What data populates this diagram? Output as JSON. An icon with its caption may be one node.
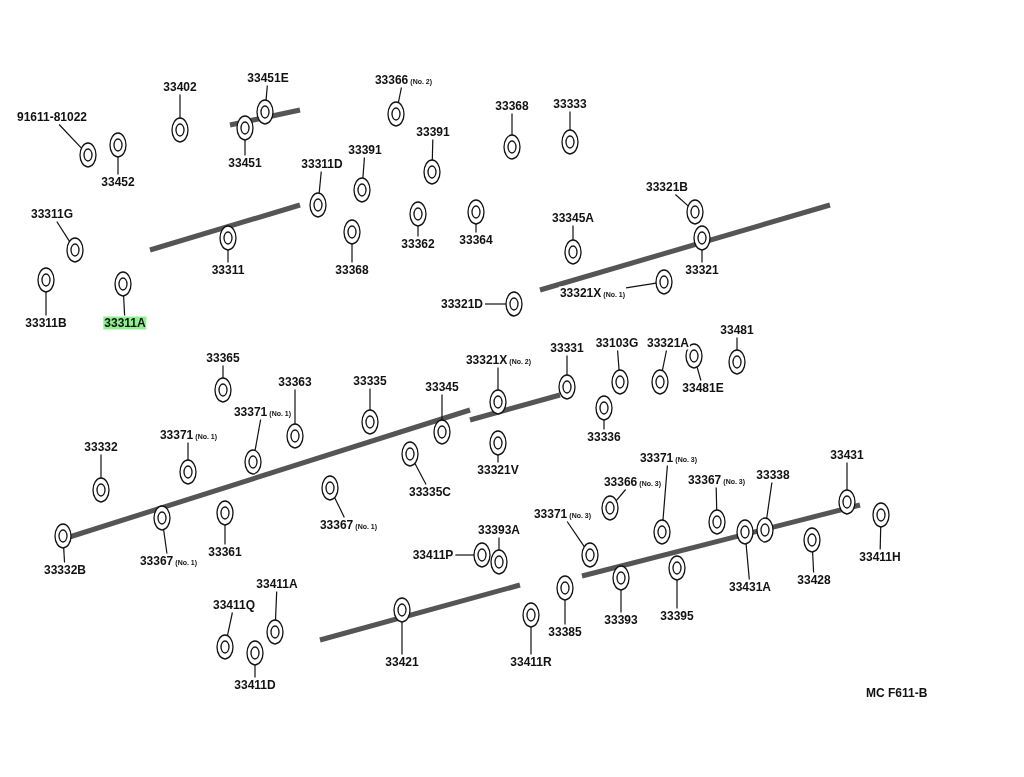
{
  "diagram": {
    "nodes": [
      {
        "text": [
          "33402"
        ]
      },
      {
        "text": [
          "33451E"
        ]
      },
      {
        "text": [
          "91611-81022"
        ]
      },
      {
        "text": [
          "33452"
        ]
      },
      {
        "text": [
          "33451"
        ]
      },
      {
        "text": [
          "33311G"
        ]
      },
      {
        "text": [
          "33311D"
        ]
      },
      {
        "text": [
          "33366",
          "(No. 2)"
        ]
      },
      {
        "text": [
          "33391"
        ]
      },
      {
        "text": [
          "33391"
        ]
      },
      {
        "text": [
          "33368"
        ]
      },
      {
        "text": [
          "33333"
        ]
      },
      {
        "text": [
          "33311"
        ]
      },
      {
        "text": [
          "33368"
        ]
      },
      {
        "text": [
          "33362"
        ]
      },
      {
        "text": [
          "33364"
        ]
      },
      {
        "text": [
          "33321B"
        ]
      },
      {
        "text": [
          "33345A"
        ]
      },
      {
        "text": [
          "33311B"
        ]
      },
      {
        "text": [
          "33311A"
        ]
      },
      {
        "text": [
          "33321"
        ]
      },
      {
        "text": [
          "33321D"
        ]
      },
      {
        "text": [
          "33321X",
          "(No. 1)"
        ]
      },
      {
        "text": [
          "33481"
        ]
      },
      {
        "text": [
          "33365"
        ]
      },
      {
        "text": [
          "33363"
        ]
      },
      {
        "text": [
          "33335"
        ]
      },
      {
        "text": [
          "33321X",
          "(No. 2)"
        ]
      },
      {
        "text": [
          "33331"
        ]
      },
      {
        "text": [
          "33103G"
        ]
      },
      {
        "text": [
          "33321A"
        ]
      },
      {
        "text": [
          "33345"
        ]
      },
      {
        "text": [
          "33371",
          "(No. 1)"
        ]
      },
      {
        "text": [
          "33371",
          "(No. 1)"
        ]
      },
      {
        "text": [
          "33332"
        ]
      },
      {
        "text": [
          "33481E"
        ]
      },
      {
        "text": [
          "33336"
        ]
      },
      {
        "text": [
          "33321V"
        ]
      },
      {
        "text": [
          "33335C"
        ]
      },
      {
        "text": [
          "33371",
          "(No. 3)"
        ]
      },
      {
        "text": [
          "33366",
          "(No. 3)"
        ]
      },
      {
        "text": [
          "33367",
          "(No. 3)"
        ]
      },
      {
        "text": [
          "33338"
        ]
      },
      {
        "text": [
          "33431"
        ]
      },
      {
        "text": [
          "33367",
          "(No. 1)"
        ]
      },
      {
        "text": [
          "33393A"
        ]
      },
      {
        "text": [
          "33371",
          "(No. 3)"
        ]
      },
      {
        "text": [
          "33411P"
        ]
      },
      {
        "text": [
          "33332B"
        ]
      },
      {
        "text": [
          "33367",
          "(No. 1)"
        ]
      },
      {
        "text": [
          "33361"
        ]
      },
      {
        "text": [
          "33431A"
        ]
      },
      {
        "text": [
          "33428"
        ]
      },
      {
        "text": [
          "33411H"
        ]
      },
      {
        "text": [
          "33411A"
        ]
      },
      {
        "text": [
          "33411Q"
        ]
      },
      {
        "text": [
          "33385"
        ]
      },
      {
        "text": [
          "33393"
        ]
      },
      {
        "text": [
          "33395"
        ]
      },
      {
        "text": [
          "33421"
        ]
      },
      {
        "text": [
          "33411R"
        ]
      },
      {
        "text": [
          "33411D"
        ]
      },
      {
        "text": [],
        "shape": "picture"
      },
      {
        "text": [],
        "shape": "picture"
      },
      {
        "text": [],
        "shape": "picture"
      },
      {
        "text": [],
        "shape": "picture"
      },
      {
        "text": [],
        "shape": "picture"
      },
      {
        "text": [],
        "shape": "picture"
      },
      {
        "text": [],
        "shape": "picture"
      },
      {
        "text": [],
        "shape": "picture"
      },
      {
        "text": [],
        "shape": "picture"
      },
      {
        "text": [],
        "shape": "picture"
      },
      {
        "text": [],
        "shape": "picture"
      },
      {
        "text": [],
        "shape": "picture"
      },
      {
        "text": [],
        "shape": "picture"
      },
      {
        "text": [],
        "shape": "picture"
      },
      {
        "text": [],
        "shape": "picture"
      },
      {
        "text": [],
        "shape": "picture"
      },
      {
        "text": [],
        "shape": "picture"
      },
      {
        "text": [],
        "shape": "picture"
      },
      {
        "text": [],
        "shape": "picture"
      },
      {
        "text": [],
        "shape": "picture"
      },
      {
        "text": [],
        "shape": "picture"
      },
      {
        "text": [],
        "shape": "picture"
      },
      {
        "text": [],
        "shape": "picture"
      },
      {
        "text": [],
        "shape": "picture"
      },
      {
        "text": [],
        "shape": "picture"
      },
      {
        "text": [],
        "shape": "picture"
      },
      {
        "text": [],
        "shape": "picture"
      },
      {
        "text": [],
        "shape": "picture"
      },
      {
        "text": [],
        "shape": "picture"
      },
      {
        "text": [],
        "shape": "picture"
      },
      {
        "text": [],
        "shape": "picture"
      },
      {
        "text": [],
        "shape": "picture"
      },
      {
        "text": [],
        "shape": "picture"
      },
      {
        "text": [],
        "shape": "picture"
      },
      {
        "text": [],
        "shape": "picture"
      },
      {
        "text": [],
        "shape": "picture"
      },
      {
        "text": [],
        "shape": "picture"
      },
      {
        "text": [],
        "shape": "picture"
      },
      {
        "text": [],
        "shape": "picture"
      },
      {
        "text": [],
        "shape": "picture"
      },
      {
        "text": [],
        "shape": "picture"
      },
      {
        "text": [],
        "shape": "picture"
      },
      {
        "text": [],
        "shape": "picture"
      },
      {
        "text": [],
        "shape": "picture"
      },
      {
        "text": [],
        "shape": "picture"
      },
      {
        "text": [],
        "shape": "picture"
      },
      {
        "text": [],
        "shape": "picture"
      },
      {
        "text": [],
        "shape": "picture"
      },
      {
        "text": [],
        "shape": "picture"
      },
      {
        "text": [],
        "shape": "picture"
      },
      {
        "text": [],
        "shape": "picture"
      },
      {
        "text": [],
        "shape": "picture"
      },
      {
        "text": [],
        "shape": "picture"
      },
      {
        "text": [],
        "shape": "picture"
      },
      {
        "text": [],
        "shape": "picture"
      },
      {
        "text": [],
        "shape": "picture"
      },
      {
        "text": [],
        "shape": "picture"
      },
      {
        "text": [],
        "shape": "picture"
      },
      {
        "text": [],
        "shape": "picture"
      },
      {
        "text": [],
        "shape": "picture"
      },
      {
        "text": [],
        "shape": "picture"
      },
      {
        "text": [],
        "shape": "picture"
      }
    ],
    "edges": [
      {
        "from": 0,
        "to": 62,
        "arrow": "none"
      },
      {
        "from": 1,
        "to": 63,
        "arrow": "none"
      },
      {
        "from": 2,
        "to": 64,
        "arrow": "none"
      },
      {
        "from": 3,
        "to": 65,
        "arrow": "none"
      },
      {
        "from": 4,
        "to": 66,
        "arrow": "none"
      },
      {
        "from": 5,
        "to": 67,
        "arrow": "none"
      },
      {
        "from": 6,
        "to": 68,
        "arrow": "none"
      },
      {
        "from": 7,
        "to": 69,
        "arrow": "none"
      },
      {
        "from": 8,
        "to": 70,
        "arrow": "none"
      },
      {
        "from": 9,
        "to": 71,
        "arrow": "none"
      },
      {
        "from": 10,
        "to": 72,
        "arrow": "none"
      },
      {
        "from": 11,
        "to": 73,
        "arrow": "none"
      },
      {
        "from": 12,
        "to": 74,
        "arrow": "none"
      },
      {
        "from": 13,
        "to": 75,
        "arrow": "none"
      },
      {
        "from": 14,
        "to": 76,
        "arrow": "none"
      },
      {
        "from": 15,
        "to": 77,
        "arrow": "none"
      },
      {
        "from": 16,
        "to": 78,
        "arrow": "none"
      },
      {
        "from": 17,
        "to": 79,
        "arrow": "none"
      },
      {
        "from": 18,
        "to": 80,
        "arrow": "none"
      },
      {
        "from": 19,
        "to": 81,
        "arrow": "none"
      },
      {
        "from": 20,
        "to": 82,
        "arrow": "none"
      },
      {
        "from": 21,
        "to": 83,
        "arrow": "none"
      },
      {
        "from": 22,
        "to": 84,
        "arrow": "none"
      },
      {
        "from": 23,
        "to": 85,
        "arrow": "none"
      },
      {
        "from": 24,
        "to": 86,
        "arrow": "none"
      },
      {
        "from": 25,
        "to": 87,
        "arrow": "none"
      },
      {
        "from": 26,
        "to": 88,
        "arrow": "none"
      },
      {
        "from": 27,
        "to": 89,
        "arrow": "none"
      },
      {
        "from": 28,
        "to": 90,
        "arrow": "none"
      },
      {
        "from": 29,
        "to": 91,
        "arrow": "none"
      },
      {
        "from": 30,
        "to": 92,
        "arrow": "none"
      },
      {
        "from": 31,
        "to": 93,
        "arrow": "none"
      },
      {
        "from": 32,
        "to": 94,
        "arrow": "none"
      },
      {
        "from": 33,
        "to": 95,
        "arrow": "none"
      },
      {
        "from": 34,
        "to": 96,
        "arrow": "none"
      },
      {
        "from": 35,
        "to": 97,
        "arrow": "none"
      },
      {
        "from": 36,
        "to": 98,
        "arrow": "none"
      },
      {
        "from": 37,
        "to": 99,
        "arrow": "none"
      },
      {
        "from": 38,
        "to": 100,
        "arrow": "none"
      },
      {
        "from": 39,
        "to": 101,
        "arrow": "none"
      },
      {
        "from": 40,
        "to": 102,
        "arrow": "none"
      },
      {
        "from": 41,
        "to": 103,
        "arrow": "none"
      },
      {
        "from": 42,
        "to": 104,
        "arrow": "none"
      },
      {
        "from": 43,
        "to": 105,
        "arrow": "none"
      },
      {
        "from": 44,
        "to": 106,
        "arrow": "none"
      },
      {
        "from": 45,
        "to": 107,
        "arrow": "none"
      },
      {
        "from": 46,
        "to": 108,
        "arrow": "none"
      },
      {
        "from": 47,
        "to": 109,
        "arrow": "none"
      },
      {
        "from": 48,
        "to": 110,
        "arrow": "none"
      },
      {
        "from": 49,
        "to": 111,
        "arrow": "none"
      },
      {
        "from": 50,
        "to": 112,
        "arrow": "none"
      },
      {
        "from": 51,
        "to": 113,
        "arrow": "none"
      },
      {
        "from": 52,
        "to": 114,
        "arrow": "none"
      },
      {
        "from": 53,
        "to": 115,
        "arrow": "none"
      },
      {
        "from": 54,
        "to": 116,
        "arrow": "none"
      },
      {
        "from": 55,
        "to": 117,
        "arrow": "none"
      },
      {
        "from": 56,
        "to": 118,
        "arrow": "none"
      },
      {
        "from": 57,
        "to": 119,
        "arrow": "none"
      },
      {
        "from": 58,
        "to": 120,
        "arrow": "none"
      },
      {
        "from": 59,
        "to": 121,
        "arrow": "none"
      },
      {
        "from": 60,
        "to": 122,
        "arrow": "none"
      },
      {
        "from": 61,
        "to": 123,
        "arrow": "none"
      }
    ],
    "labels": [
      "MC F611-B"
    ]
  }
}
